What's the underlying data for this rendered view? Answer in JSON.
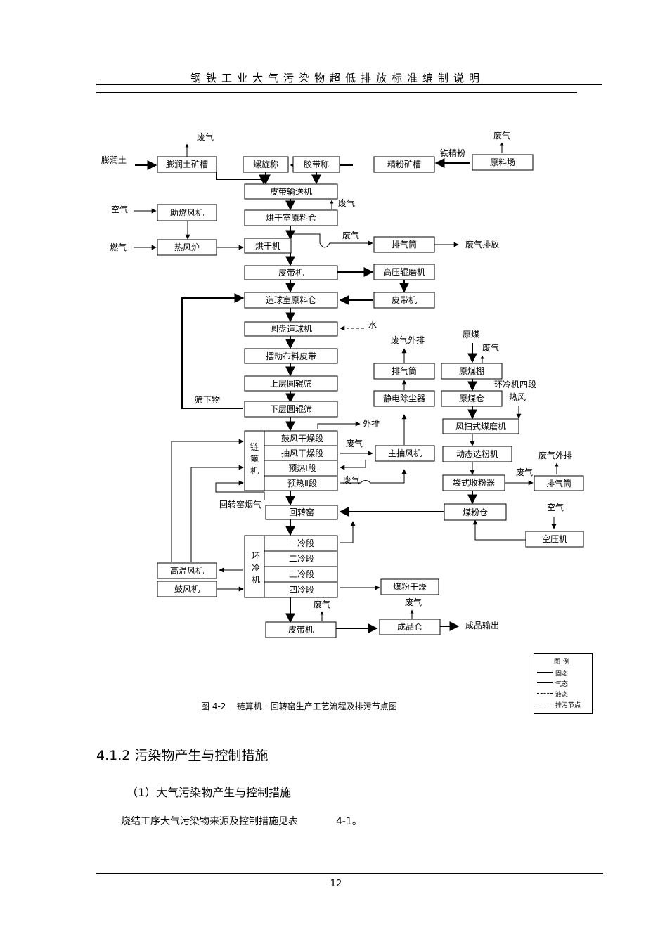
{
  "header": {
    "title": "钢铁工业大气污染物超低排放标准编制说明"
  },
  "diagram": {
    "nodes": {
      "pengruntu_kucao": "膨润土矿槽",
      "luoxuancheng": "螺旋称",
      "jiaodaicheng": "胶带称",
      "jingfen_kucao": "精粉矿槽",
      "yuanliaochang": "原料场",
      "pidai_shusongji": "皮带输送机",
      "hongganshi_cang": "烘干室原料仓",
      "zhuran_fengji": "助燃风机",
      "refenglu": "热风炉",
      "honggan_ji": "烘干机",
      "paiqitong1": "排气筒",
      "pidaiji1": "皮带机",
      "gaoya_gunmoji": "高压辊磨机",
      "zaoqiushi_cang": "造球室原料仓",
      "pidaiji2": "皮带机",
      "yuanpan_zaoqiuji": "圆盘造球机",
      "baidong_pidai": "摆动布料皮带",
      "shangceng_gunshai": "上层圆辊筛",
      "xiaceng_gunshai": "下层圆辊筛",
      "gufeng_ganzao": "鼓风干燥段",
      "choufeng_ganzao": "抽风干燥段",
      "yure1": "预热Ⅰ段",
      "yure2": "预热Ⅱ段",
      "chain_grate_label": "链篦机",
      "paiqitong2": "排气筒",
      "jingdian_chuchenqi": "静电除尘器",
      "zhuchou_fengji": "主抽风机",
      "yuanmei_peng": "原煤棚",
      "yuanmei_cang": "原煤仓",
      "fengsao_moji": "风扫式煤磨机",
      "dongtai_xuanfenji": "动态选粉机",
      "daishi_shoufenqi": "袋式收粉器",
      "paiqitong3": "排气筒",
      "huizhuanyao": "回转窑",
      "meifen_cang": "煤粉仓",
      "kongyaji": "空压机",
      "lengduan1": "一冷段",
      "lengduan2": "二冷段",
      "lengduan3": "三冷段",
      "lengduan4": "四冷段",
      "cooler_label": "环冷机",
      "gaowen_fengji": "高温风机",
      "gufengji": "鼓风机",
      "meifen_ganzao": "煤粉干燥",
      "pidaiji3": "皮带机",
      "chengpin_cang": "成品仓"
    },
    "labels": {
      "bentonite": "膨润土",
      "iron_concentrate": "铁精粉",
      "air": "空气",
      "fuel_gas": "燃气",
      "waste_gas": "废气",
      "waste_gas_discharge": "废气排放",
      "water": "水",
      "waste_gas_external": "废气外排",
      "raw_coal": "原煤",
      "cooler_stage4": "环冷机四段",
      "hot_air": "热风",
      "screen_undersize": "筛下物",
      "external_discharge": "外排",
      "kiln_flue_gas": "回转窑烟气",
      "product_output": "成品输出"
    }
  },
  "caption": {
    "number": "图 4-2",
    "text": "链算机－回转窑生产工艺流程及排污节点图"
  },
  "legend": {
    "title": "图例",
    "items": [
      {
        "label": "固态",
        "style": "solid-thick"
      },
      {
        "label": "气态",
        "style": "solid-thin"
      },
      {
        "label": "液态",
        "style": "dashed"
      },
      {
        "label": "排污节点",
        "style": "dash-dot"
      }
    ]
  },
  "section": {
    "heading": "4.1.2  污染物产生与控制措施"
  },
  "subsection": {
    "heading": "（1）大气污染物产生与控制措施"
  },
  "paragraph": {
    "text": "烧结工序大气污染物来源及控制措施见表",
    "ref": "4-1。"
  },
  "footer": {
    "page_number": "12"
  }
}
